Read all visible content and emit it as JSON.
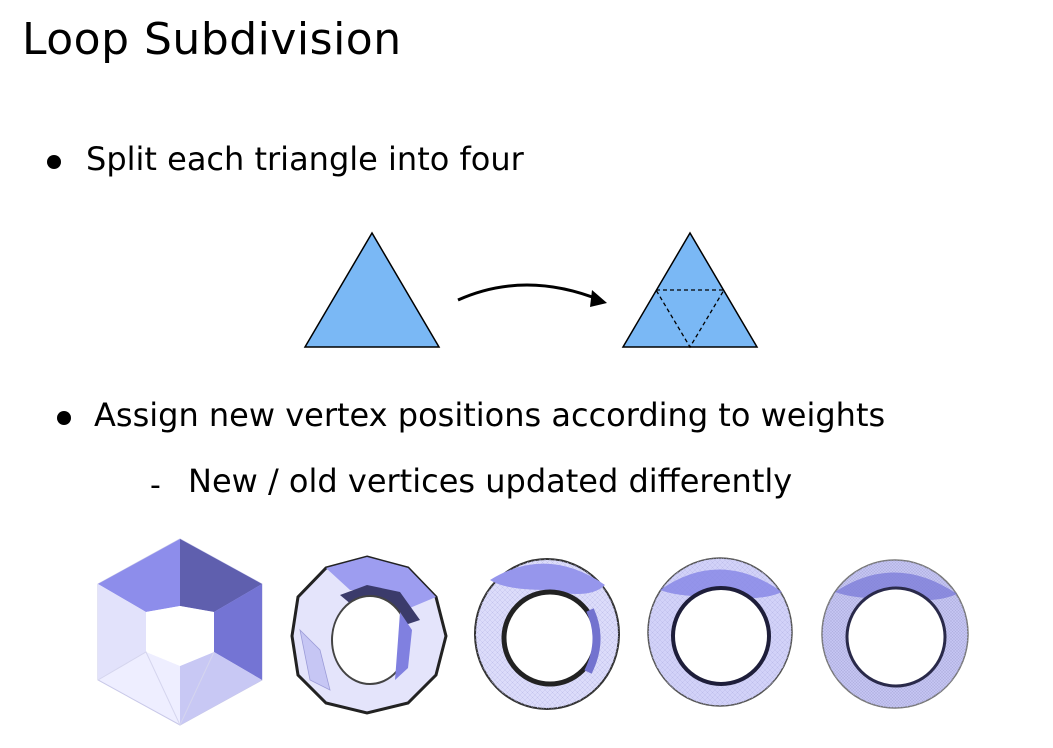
{
  "slide": {
    "title": "Loop Subdivision",
    "bullets": [
      {
        "text": "Split each triangle into four"
      },
      {
        "text": "Assign new vertex positions according to weights",
        "sub": [
          {
            "text": "New / old vertices updated differently"
          }
        ]
      }
    ],
    "sub_marker": "-"
  },
  "colors": {
    "triangle_fill": "#7ab8f5",
    "mesh_light": "#e6e6ff",
    "mesh_mid": "#8f8fe8",
    "mesh_dark": "#55559c"
  },
  "figures": {
    "triangle_split": [
      "original-triangle",
      "arrow",
      "subdivided-triangle"
    ],
    "mesh_sequence": [
      "mesh-level-0",
      "mesh-level-1",
      "mesh-level-2",
      "mesh-level-3",
      "mesh-level-4"
    ]
  }
}
